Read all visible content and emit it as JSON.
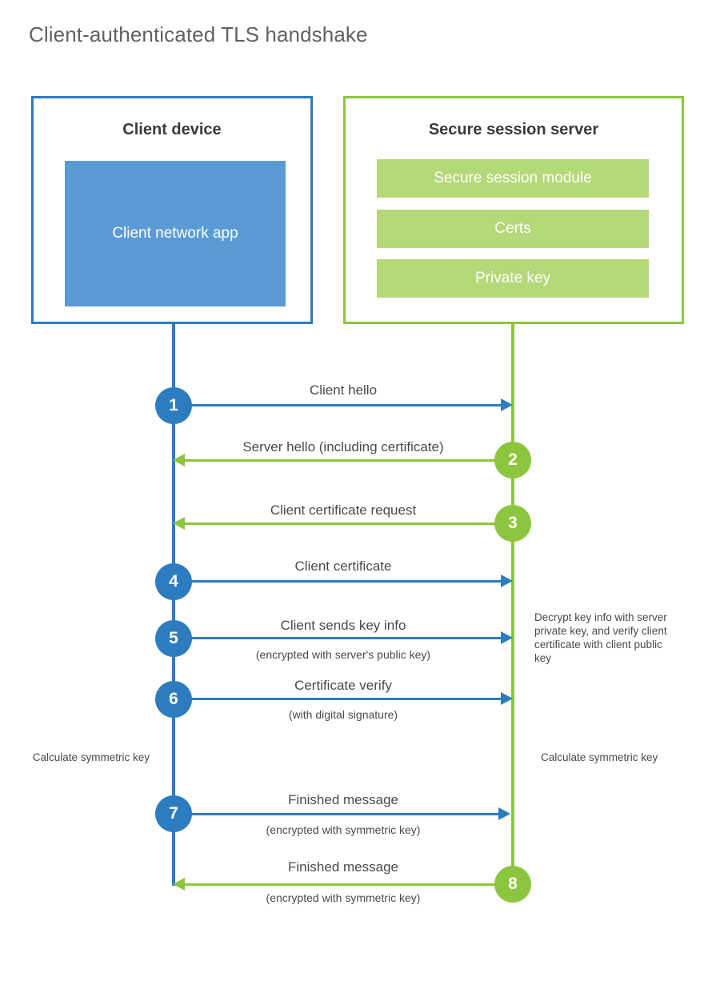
{
  "title": "Client-authenticated TLS handshake",
  "actors": {
    "client": {
      "title": "Client device",
      "app_label": "Client network app",
      "accent": "#2e7cc0",
      "app_fill": "#5b9bd5"
    },
    "server": {
      "title": "Secure session server",
      "accent": "#8cc63e",
      "bar_fill": "#b5d878",
      "bars": [
        "Secure session module",
        "Certs",
        "Private key"
      ]
    }
  },
  "steps": [
    {
      "number": "1",
      "label": "Client hello",
      "sublabel": "",
      "direction": "right",
      "color": "#2e7cc0"
    },
    {
      "number": "2",
      "label": "Server hello (including certificate)",
      "sublabel": "",
      "direction": "left",
      "color": "#8cc63e"
    },
    {
      "number": "3",
      "label": "Client certificate request",
      "sublabel": "",
      "direction": "left",
      "color": "#8cc63e"
    },
    {
      "number": "4",
      "label": "Client certificate",
      "sublabel": "",
      "direction": "right",
      "color": "#2e7cc0"
    },
    {
      "number": "5",
      "label": "Client sends key info",
      "sublabel": "(encrypted with server's public key)",
      "direction": "right",
      "color": "#2e7cc0"
    },
    {
      "number": "6",
      "label": "Certificate verify",
      "sublabel": "(with digital signature)",
      "direction": "right",
      "color": "#2e7cc0"
    },
    {
      "number": "7",
      "label": "Finished message",
      "sublabel": "(encrypted with symmetric key)",
      "direction": "right",
      "color": "#2e7cc0"
    },
    {
      "number": "8",
      "label": "Finished message",
      "sublabel": "(encrypted with symmetric key)",
      "direction": "left",
      "color": "#8cc63e"
    }
  ],
  "annotations": {
    "server_decrypt": "Decrypt key info with server private key, and verify client certificate with client public key",
    "client_calculate": "Calculate symmetric key",
    "server_calculate": "Calculate symmetric key"
  }
}
